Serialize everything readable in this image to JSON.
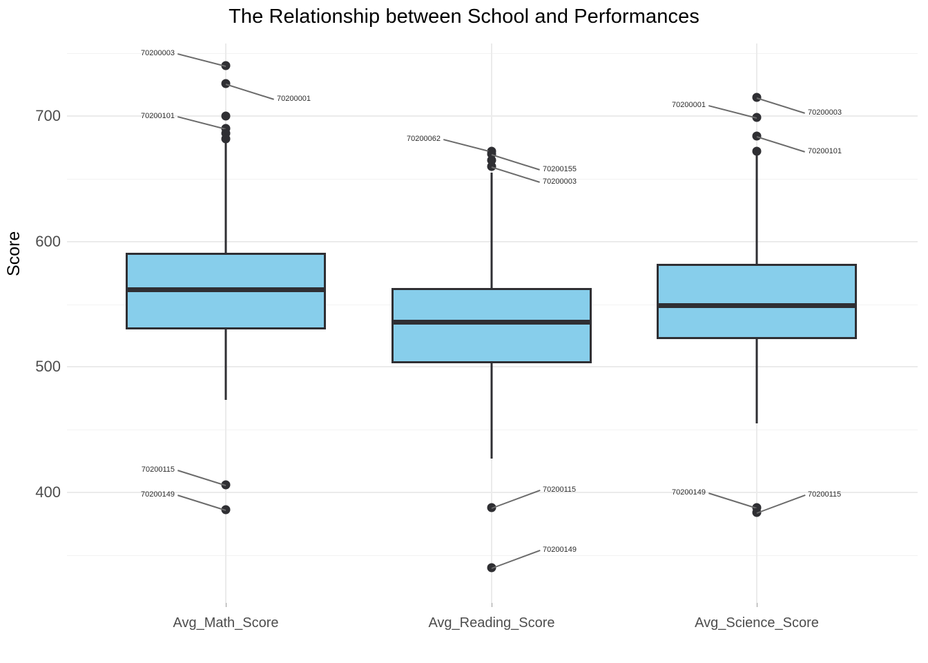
{
  "chart_data": {
    "type": "box",
    "title": "The Relationship between School and Performances",
    "xlabel": "",
    "ylabel": "Score",
    "categories": [
      "Avg_Math_Score",
      "Avg_Reading_Score",
      "Avg_Science_Score"
    ],
    "y_ticks": [
      400,
      500,
      600,
      700
    ],
    "y_minor_ticks": [
      350,
      450,
      550,
      650,
      750
    ],
    "ylim": [
      330,
      750
    ],
    "grid": true,
    "legend": "none",
    "panel_background": "#ffffff",
    "box_fill": "#87CEEB",
    "box_outline": "#2f2f33",
    "outlier_color": "#2f2f33",
    "series": [
      {
        "name": "Avg_Math_Score",
        "lower_whisker": 474,
        "q1": 530,
        "median": 562,
        "q3": 591,
        "upper_whisker": 686,
        "outliers": [
          {
            "value": 740,
            "label": "70200003",
            "side": "left"
          },
          {
            "value": 726,
            "label": "70200001",
            "side": "right"
          },
          {
            "value": 700,
            "label": "",
            "side": "none"
          },
          {
            "value": 690,
            "label": "70200101",
            "side": "left"
          },
          {
            "value": 686,
            "label": "",
            "side": "none"
          },
          {
            "value": 682,
            "label": "",
            "side": "none"
          },
          {
            "value": 406,
            "label": "70200115",
            "side": "left"
          },
          {
            "value": 386,
            "label": "70200149",
            "side": "left"
          }
        ]
      },
      {
        "name": "Avg_Reading_Score",
        "lower_whisker": 427,
        "q1": 503,
        "median": 536,
        "q3": 563,
        "upper_whisker": 655,
        "outliers": [
          {
            "value": 672,
            "label": "70200062",
            "side": "left"
          },
          {
            "value": 670,
            "label": "70200155",
            "side": "right"
          },
          {
            "value": 665,
            "label": "",
            "side": "none"
          },
          {
            "value": 660,
            "label": "70200003",
            "side": "right"
          },
          {
            "value": 388,
            "label": "70200115",
            "side": "right"
          },
          {
            "value": 340,
            "label": "70200149",
            "side": "right"
          }
        ]
      },
      {
        "name": "Avg_Science_Score",
        "lower_whisker": 455,
        "q1": 522,
        "median": 549,
        "q3": 582,
        "upper_whisker": 672,
        "outliers": [
          {
            "value": 715,
            "label": "70200003",
            "side": "right"
          },
          {
            "value": 699,
            "label": "70200001",
            "side": "left"
          },
          {
            "value": 684,
            "label": "70200101",
            "side": "right"
          },
          {
            "value": 672,
            "label": "",
            "side": "none"
          },
          {
            "value": 388,
            "label": "70200149",
            "side": "left"
          },
          {
            "value": 384,
            "label": "70200115",
            "side": "right"
          }
        ]
      }
    ]
  }
}
